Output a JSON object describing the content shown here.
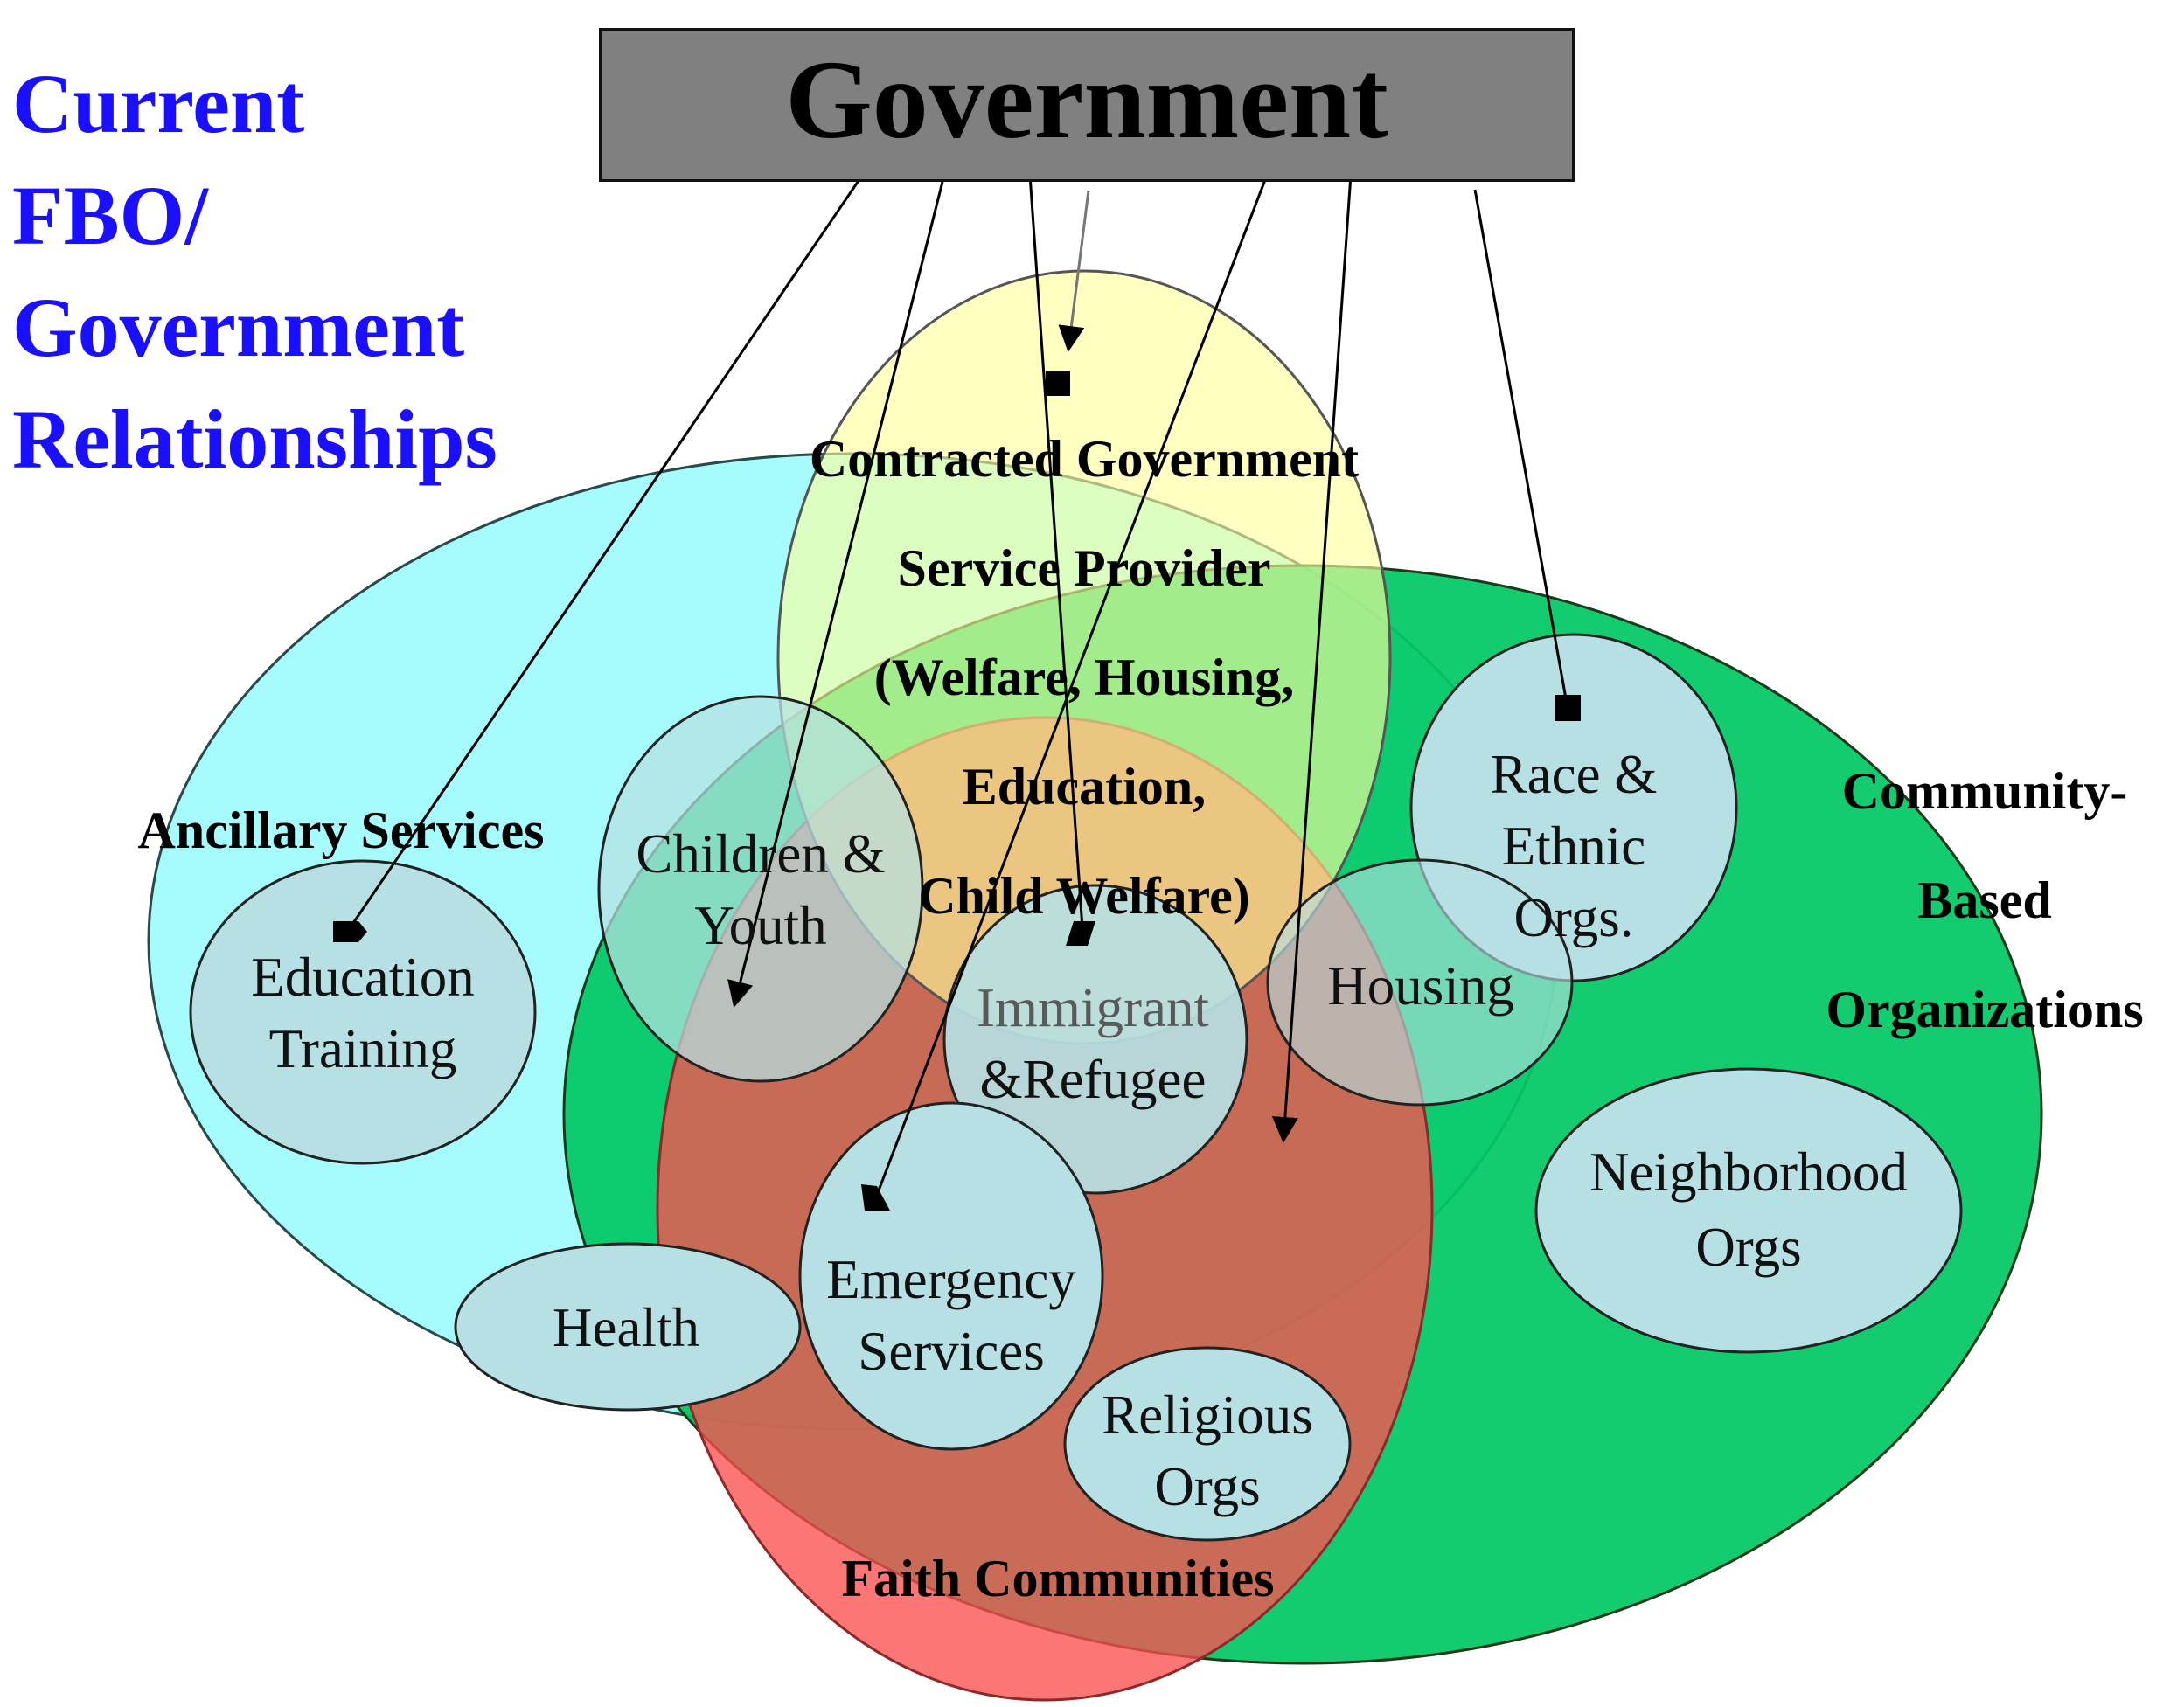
{
  "title_lines": [
    "Current",
    "FBO/",
    "Government",
    "Relationships"
  ],
  "government": "Government",
  "regions": {
    "contracted": [
      "Contracted Government",
      "Service Provider",
      "(Welfare, Housing,",
      "Education,",
      "Child Welfare)"
    ],
    "ancillary": "Ancillary Services",
    "community": [
      "Community-",
      "Based",
      "Organizations"
    ],
    "faith": "Faith Communities"
  },
  "categories": {
    "education": [
      "Education",
      "Training"
    ],
    "children": [
      "Children &",
      "Youth"
    ],
    "immigrant": [
      "Immigrant",
      "&Refugee"
    ],
    "race": [
      "Race &",
      "Ethnic",
      "Orgs."
    ],
    "housing": "Housing",
    "neighborhood": [
      "Neighborhood",
      "Orgs"
    ],
    "emergency": [
      "Emergency",
      "Services"
    ],
    "health": "Health",
    "religious": [
      "Religious",
      "Orgs"
    ]
  },
  "colors": {
    "title": "#1a10ff",
    "government_box": "#808080",
    "ancillary": "#a6fbfc",
    "community": "#00c864",
    "faith": "#fd6464",
    "contracted": "#fffba8",
    "category": "#b6e0e3"
  }
}
